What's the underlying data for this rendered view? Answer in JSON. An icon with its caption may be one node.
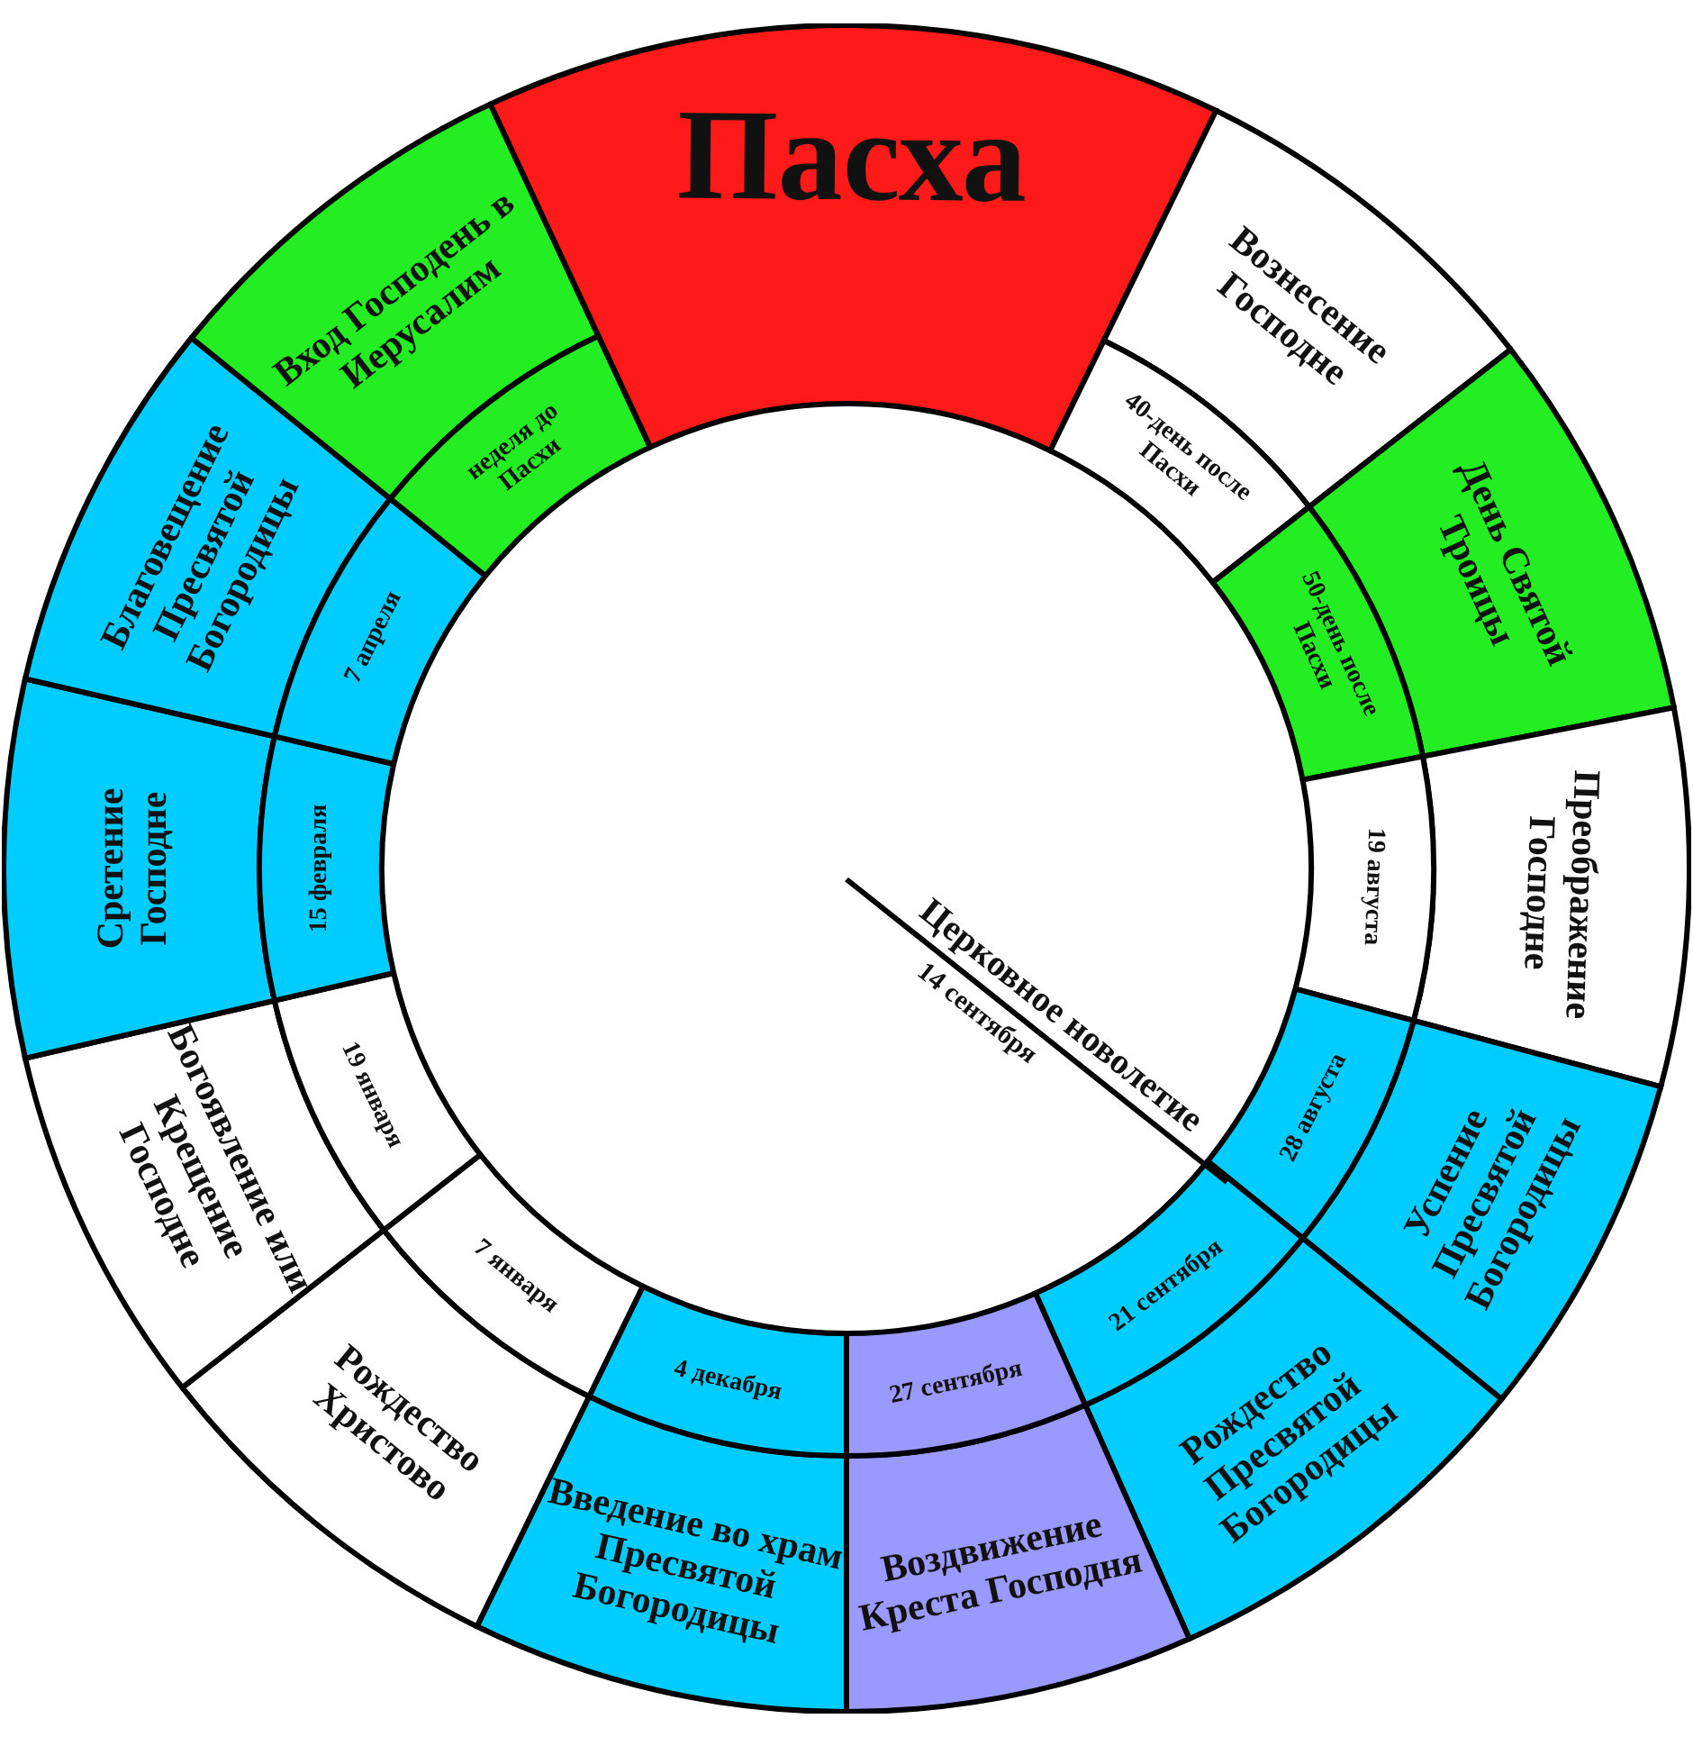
{
  "diagram": {
    "nodes": [
      {
        "text": [
          "Пасха"
        ]
      },
      {
        "text": [
          "Вознесение Господне"
        ]
      },
      {
        "text": [
          "40-день после Пасхи"
        ]
      },
      {
        "text": [
          "День Святой Троицы"
        ]
      },
      {
        "text": [
          "50-день после Пасхи"
        ]
      },
      {
        "text": [
          "Преображение Господне"
        ]
      },
      {
        "text": [
          "19 августа"
        ]
      },
      {
        "text": [
          "Успение Пресвятой Богородицы"
        ]
      },
      {
        "text": [
          "28 августа"
        ]
      },
      {
        "text": [
          "Рождество Пресвятой Богородицы"
        ]
      },
      {
        "text": [
          "21 сентября"
        ]
      },
      {
        "text": [
          "Воздвижение Креста Господня"
        ]
      },
      {
        "text": [
          "27 сентября"
        ]
      },
      {
        "text": [
          "Введение во храм Пресвятой Богородицы"
        ]
      },
      {
        "text": [
          "4 декабря"
        ]
      },
      {
        "text": [
          "Рождество Христово"
        ]
      },
      {
        "text": [
          "7 января"
        ]
      },
      {
        "text": [
          "Богоявление или Крещение Господне"
        ]
      },
      {
        "text": [
          "19 января"
        ]
      },
      {
        "text": [
          "Сретение Господне"
        ]
      },
      {
        "text": [
          "15 февраля"
        ]
      },
      {
        "text": [
          "Благовещение Пресвятой Богородицы"
        ]
      },
      {
        "text": [
          "7 апреля"
        ]
      },
      {
        "text": [
          "Вход Господень в Иерусалим"
        ]
      },
      {
        "text": [
          "неделя до Пасхи"
        ]
      }
    ],
    "labels": [
      "Церковное новолетие",
      "14 сентября"
    ]
  }
}
